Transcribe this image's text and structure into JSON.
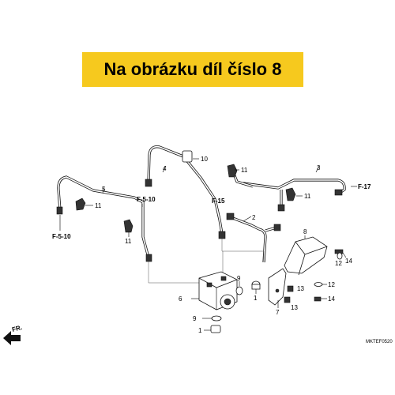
{
  "banner": {
    "text": "Na obrázku díl číslo 8",
    "color": "#f6c91e"
  },
  "callouts": {
    "n1": "1",
    "n2": "2",
    "n3": "3",
    "n4": "4",
    "n5": "5",
    "n6": "6",
    "n7": "7",
    "n8": "8",
    "n9a": "9",
    "n9b": "9",
    "n10": "10",
    "n11a": "11",
    "n11b": "11",
    "n11c": "11",
    "n11d": "11",
    "n12a": "12",
    "n12b": "12",
    "n13a": "13",
    "n13b": "13",
    "n14a": "14",
    "n14b": "14"
  },
  "refs": {
    "f510a": "F-5-10",
    "f510b": "F-5-10",
    "f15": "F-15",
    "f17": "F-17"
  },
  "front": "FR.",
  "code": "MKTEF0520"
}
